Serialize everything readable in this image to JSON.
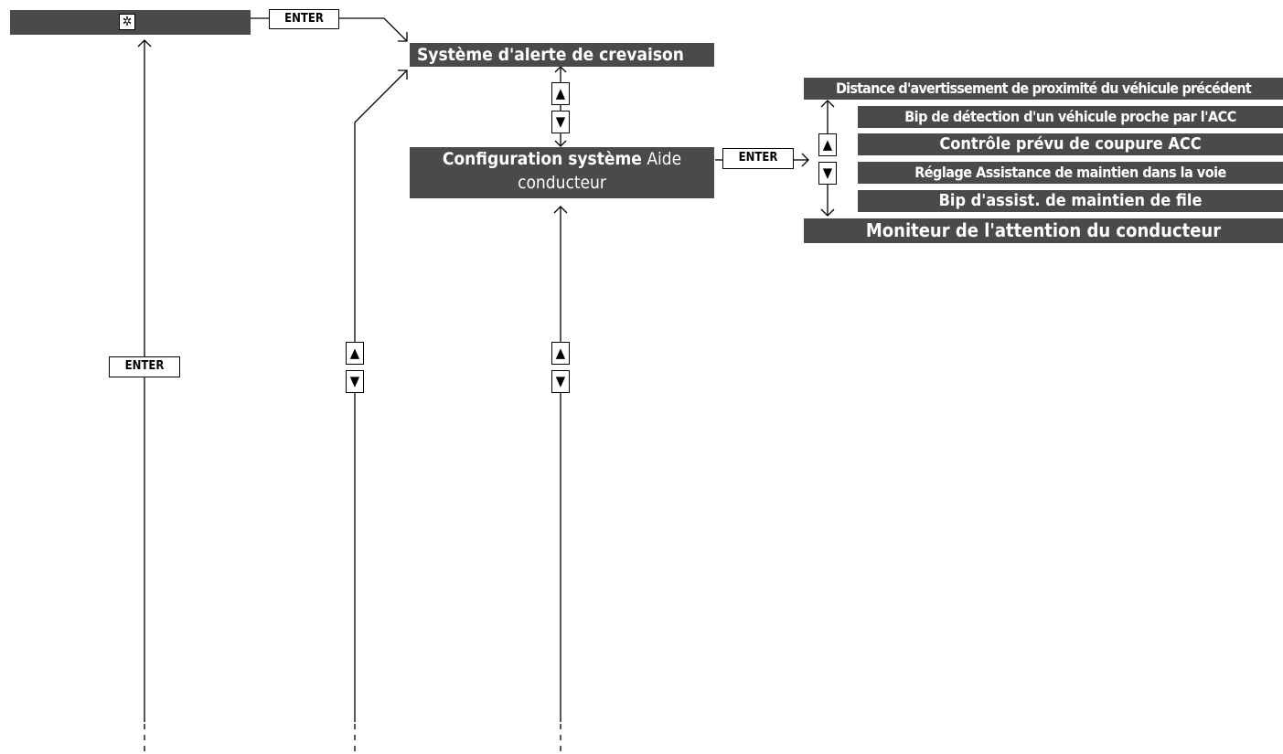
{
  "enter_label": "ENTER",
  "up_glyph": "▲",
  "down_glyph": "▼",
  "gear_glyph": "✲",
  "menu": {
    "flat_tire": "Système d'alerte de crevaison",
    "driver_assist_bold": "Configuration système",
    "driver_assist_rest": " Aide conducteur"
  },
  "submenu": [
    "Distance d'avertissement de proximité du véhicule précédent",
    "Bip de détection d'un véhicule proche par l'ACC",
    "Contrôle prévu de coupure ACC",
    "Réglage Assistance de maintien dans la voie",
    "Bip d'assist. de maintien de file",
    "Moniteur de l'attention du conducteur"
  ],
  "colors": {
    "bar": "#4a4a4a",
    "line": "#000000",
    "text_on_bar": "#ffffff"
  }
}
